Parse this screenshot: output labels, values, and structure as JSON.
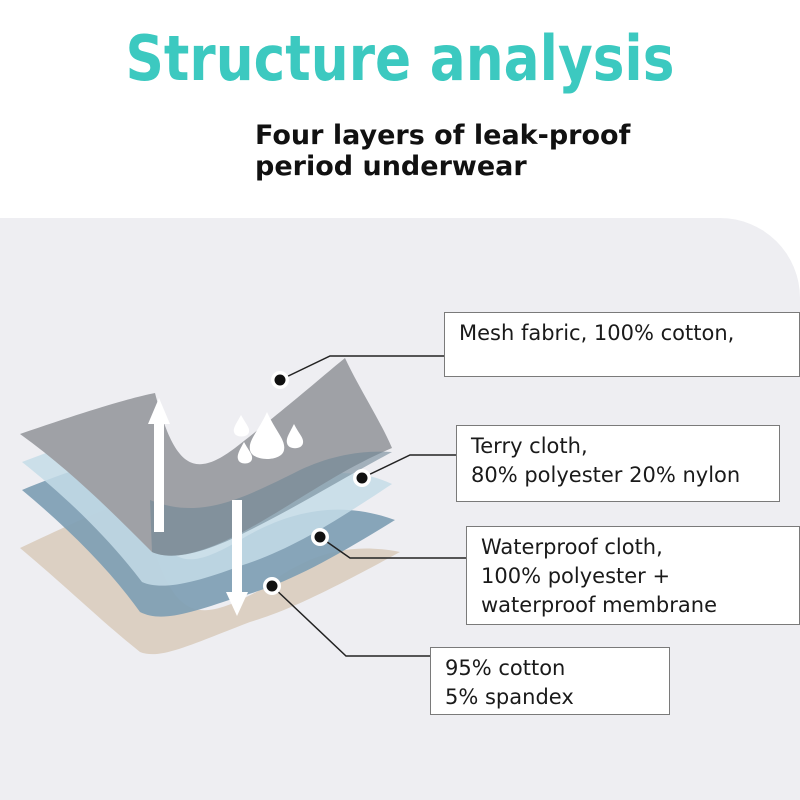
{
  "header": {
    "title": "Structure analysis",
    "subtitle_line1": "Four layers of leak-proof",
    "subtitle_line2": "period underwear"
  },
  "layers": [
    {
      "lines": [
        "Mesh fabric, 100% cotton,"
      ]
    },
    {
      "lines": [
        "Terry cloth,",
        "80% polyester 20% nylon"
      ]
    },
    {
      "lines": [
        "Waterproof cloth,",
        "100% polyester +",
        "waterproof membrane"
      ]
    },
    {
      "lines": [
        "95% cotton",
        "5% spandex"
      ]
    }
  ],
  "colors": {
    "title": "#3cc9c0",
    "panel": "#eeeef2",
    "mesh_layer": "#9fa1a6",
    "terry_layer": "#b8d2de",
    "waterproof_layer": "#7e9eb4",
    "cotton_layer": "#dcd0c3"
  },
  "icons": [
    "arrow-up-icon",
    "arrow-down-icon",
    "water-drops-icon"
  ]
}
